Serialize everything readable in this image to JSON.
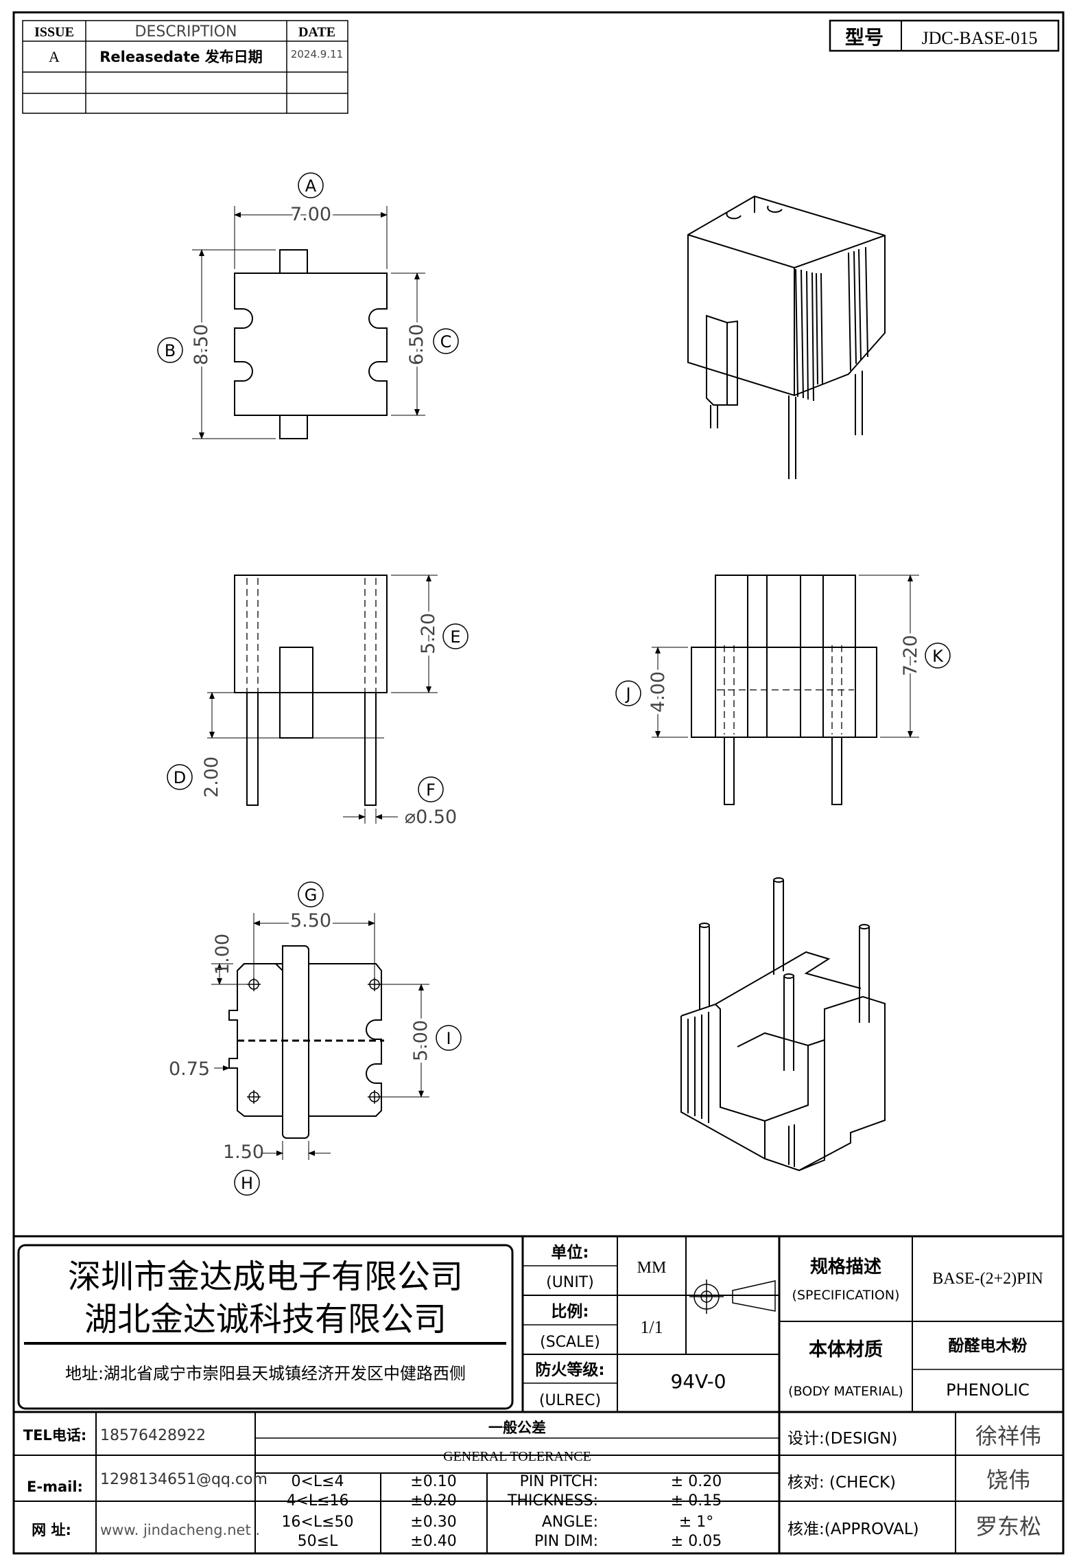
{
  "revision_table": {
    "headers": {
      "issue": "ISSUE",
      "description": "DESCRIPTION",
      "date": "DATE"
    },
    "rows": [
      {
        "issue": "A",
        "description": "Releasedate 发布日期",
        "date": "2024.9.11"
      },
      {
        "issue": "",
        "description": "",
        "date": ""
      },
      {
        "issue": "",
        "description": "",
        "date": ""
      }
    ]
  },
  "model_box": {
    "label": "型号",
    "value": "JDC-BASE-015"
  },
  "views": {
    "top": {
      "A": "7.00",
      "B": "8.50",
      "C": "6.50"
    },
    "front": {
      "E": "5.20",
      "D": "2.00",
      "F": "⌀0.50"
    },
    "side": {
      "J": "4.00",
      "K": "7.20"
    },
    "bottom": {
      "G": "5.50",
      "I": "5.00",
      "H": "1.50",
      "h1": "1.00",
      "w075": "0.75"
    }
  },
  "dimension_tags": [
    "A",
    "B",
    "C",
    "D",
    "E",
    "F",
    "G",
    "H",
    "I",
    "J",
    "K"
  ],
  "company": {
    "name1": "深圳市金达成电子有限公司",
    "name2": "湖北金达诚科技有限公司",
    "address": "地址:湖北省咸宁市崇阳县天城镇经济开发区中健路西侧"
  },
  "title_block": {
    "unit_cn": "单位:",
    "unit_en": "(UNIT)",
    "unit_value": "MM",
    "scale_cn": "比例:",
    "scale_en": "(SCALE)",
    "scale_value": "1/1",
    "ul_cn": "防火等级:",
    "ul_en": "(ULREC)",
    "ul_value": "94V-0",
    "spec_cn": "规格描述",
    "spec_en": "(SPECIFICATION)",
    "spec_value": "BASE-(2+2)PIN",
    "material_cn": "本体材质",
    "material_en": "(BODY MATERIAL)",
    "material_value_cn": "酚醛电木粉",
    "material_value_en": "PHENOLIC"
  },
  "contact": {
    "tel_label": "TEL电话:",
    "tel": "18576428922",
    "email_label": "E-mail:",
    "email": "1298134651@qq.com",
    "web_label": "网   址:",
    "web": "www. jindacheng.net ."
  },
  "tolerance": {
    "title_cn": "一般公差",
    "title_en": "GENERAL TOLERANCE",
    "rows": [
      {
        "range": "0<L≤4",
        "tol": "±0.10",
        "item": "PIN PITCH:",
        "val": "±  0.20"
      },
      {
        "range": "4<L≤16",
        "tol": "±0.20",
        "item": "THICKNESS:",
        "val": "±  0.15"
      },
      {
        "range": "16<L≤50",
        "tol": "±0.30",
        "item": "ANGLE:",
        "val": "±  1°"
      },
      {
        "range": "50≤L",
        "tol": "±0.40",
        "item": "PIN DIM:",
        "val": "±  0.05"
      }
    ]
  },
  "approvals": {
    "design_label": "设计:(DESIGN)",
    "design": "徐祥伟",
    "check_label": "核对: (CHECK)",
    "check": "饶伟",
    "approval_label": "核准:(APPROVAL)",
    "approval": "罗东松"
  }
}
